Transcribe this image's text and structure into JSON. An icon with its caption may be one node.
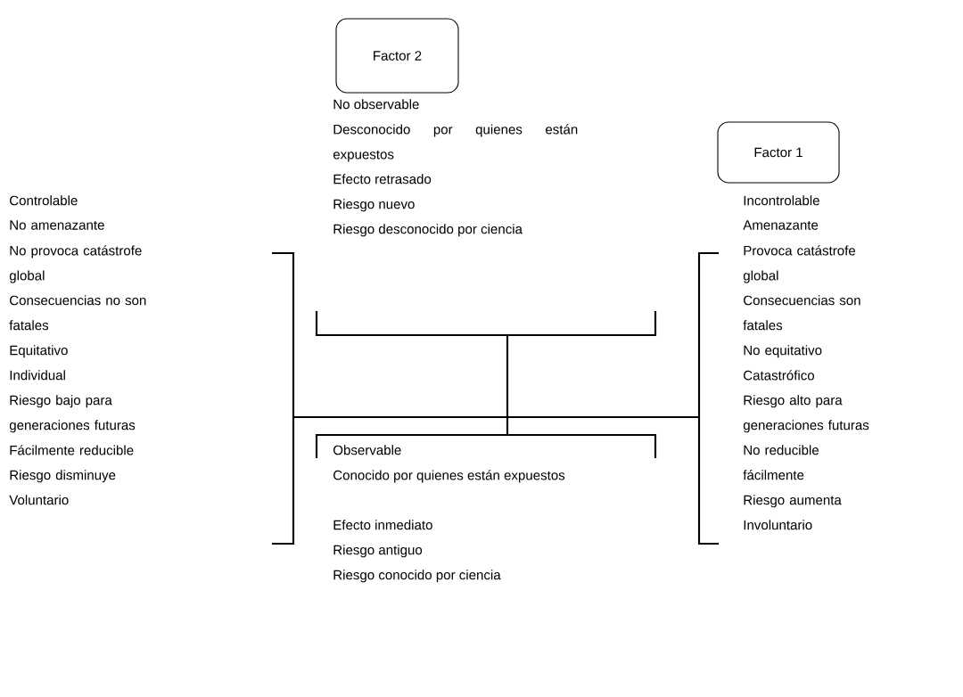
{
  "diagram": {
    "nodes": [
      {
        "text": [
          "Factor 2"
        ]
      },
      {
        "text": [
          "Factor 1"
        ]
      }
    ],
    "labels": [
      "No observable",
      "Desconocido por quienes están expuestos",
      "Efecto retrasado",
      "Riesgo nuevo",
      "Riesgo desconocido por ciencia",
      "Controlable",
      "No amenazante",
      "No provoca catástrofe global",
      "Consecuencias no son fatales",
      "Equitativo",
      "Individual",
      "Riesgo bajo para generaciones futuras",
      "Fácilmente reducible",
      "Riesgo disminuye",
      "Voluntario",
      "Incontrolable",
      "Amenazante",
      "Provoca catástrofe global",
      "Consecuencias son fatales",
      "No equitativo",
      "Catastrófico",
      "Riesgo alto para generaciones futuras",
      "No reducible fácilmente",
      "Riesgo aumenta",
      "Involuntario",
      "Observable",
      "Conocido por quienes están expuestos",
      "Efecto inmediato",
      "Riesgo antiguo",
      "Riesgo conocido por ciencia"
    ]
  }
}
